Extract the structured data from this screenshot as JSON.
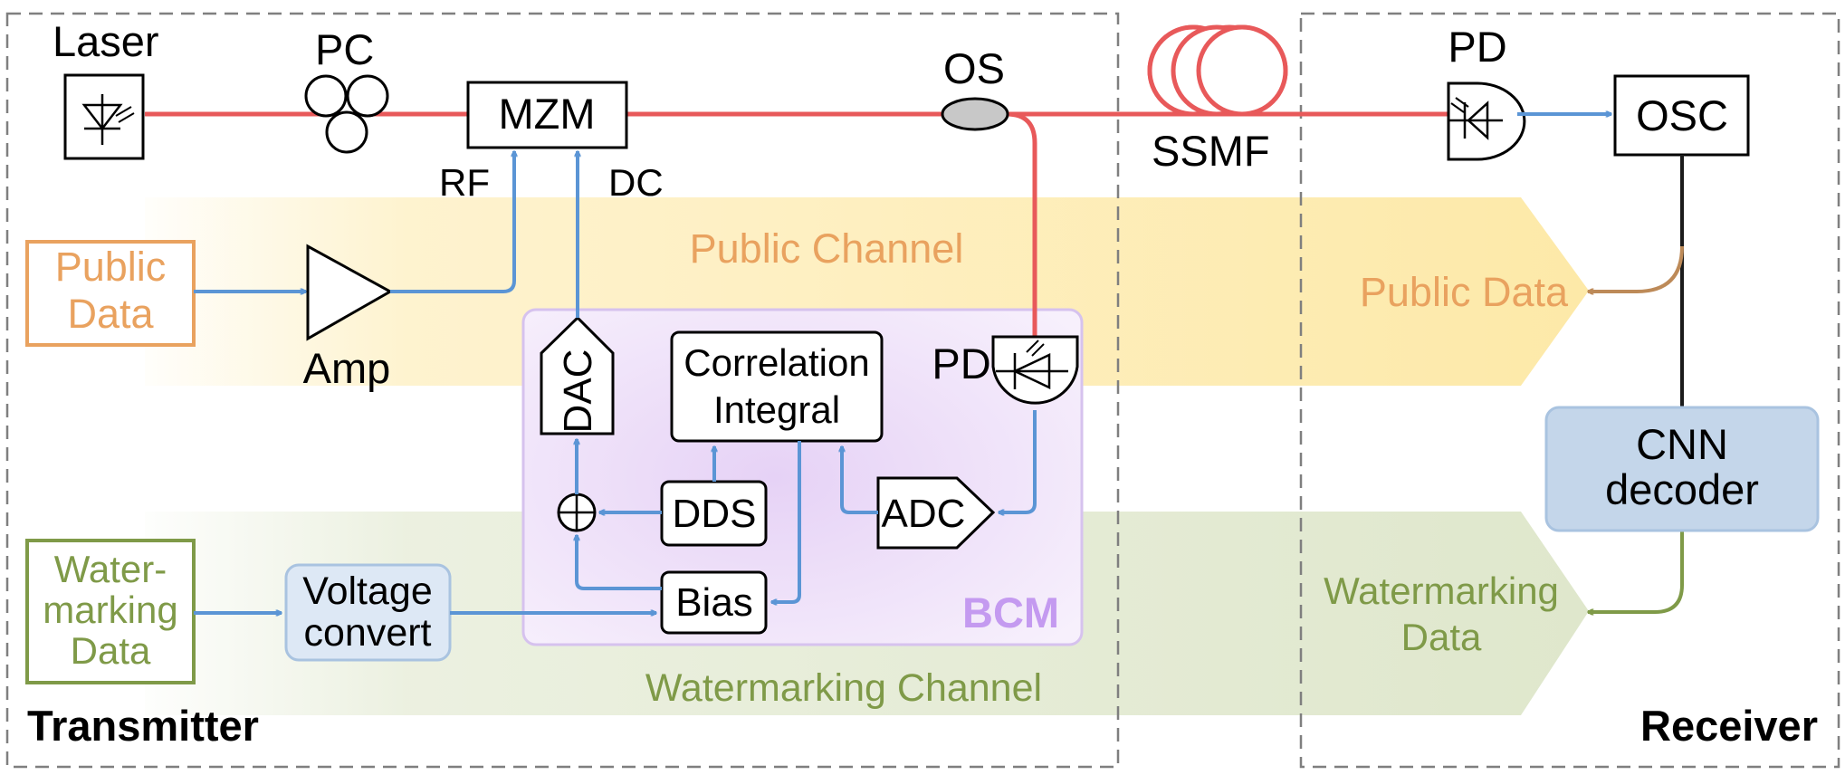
{
  "colors": {
    "optical_fiber": "#e8595a",
    "electrical": "#5b95d5",
    "public": "#e9a25f",
    "watermark": "#7f9a48",
    "public_band": "#fde9a8",
    "watermark_band": "#dfe7cc",
    "bcm_fill": "#f2e7fa",
    "bcm_text": "#c49af0",
    "decoder_fill": "#c4d6ea",
    "voltage_fill": "#dde8f5",
    "public_return": "#bd8a58"
  },
  "sections": {
    "transmitter": "Transmitter",
    "receiver": "Receiver"
  },
  "channels": {
    "public": "Public Channel",
    "watermark": "Watermarking Channel"
  },
  "components": {
    "laser": "Laser",
    "pc": "PC",
    "mzm": "MZM",
    "rf": "RF",
    "dc": "DC",
    "os": "OS",
    "ssmf": "SSMF",
    "pd_rx": "PD",
    "osc": "OSC",
    "amp": "Amp",
    "pd_bcm": "PD",
    "dac": "DAC",
    "correlation": [
      "Correlation",
      "Integral"
    ],
    "dds": "DDS",
    "adc": "ADC",
    "bias": "Bias",
    "bcm": "BCM",
    "voltage": [
      "Voltage",
      "convert"
    ],
    "cnn": [
      "CNN",
      "decoder"
    ],
    "sum_symbol": "⊕"
  },
  "inputs": {
    "public_data": [
      "Public",
      "Data"
    ],
    "watermark_data": [
      "Water-",
      "marking",
      "Data"
    ]
  },
  "outputs": {
    "public_data": "Public Data",
    "watermark_data": [
      "Watermarking",
      "Data"
    ]
  }
}
